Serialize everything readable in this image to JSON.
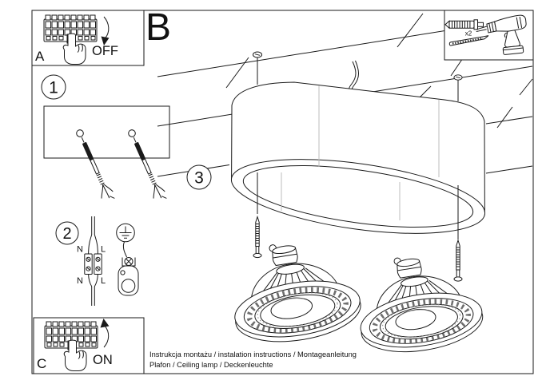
{
  "colors": {
    "ink": "#1a1a1a",
    "light_line": "#bdbdbd",
    "background": "#ffffff"
  },
  "steps": {
    "a_label": "A",
    "b_label": "B",
    "c_label": "C",
    "circle_1": "1",
    "circle_2": "2",
    "circle_3": "3"
  },
  "breaker": {
    "off_label": "OFF",
    "on_label": "ON"
  },
  "toolbox": {
    "quantity_label": "x2"
  },
  "wiring": {
    "top_neutral": "N",
    "top_live": "L",
    "bottom_neutral": "N",
    "bottom_live": "L"
  },
  "footer": {
    "line1": "Instrukcja montażu / instalation instructions / Montageanleitung",
    "line2": "Plafon / Ceiling lamp / Deckenleuchte"
  }
}
